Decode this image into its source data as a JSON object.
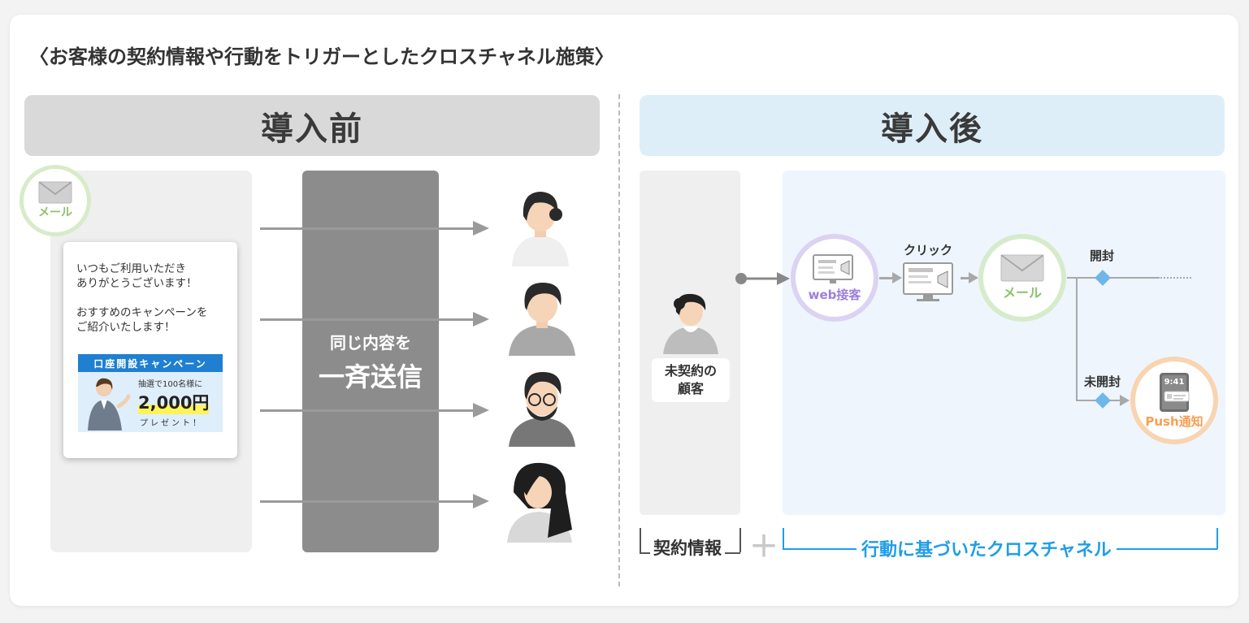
{
  "title": "〈お客様の契約情報や行動をトリガーとしたクロスチャネル施策〉",
  "before": {
    "header": "導入前",
    "mail_label": "メール",
    "mail_lines": [
      "いつもご利用いただき",
      "ありがとうございます！",
      "",
      "おすすめのキャンペーンを",
      "ご紹介いたします！"
    ],
    "campaign": {
      "heading": "口座開設キャンペーン",
      "sub": "抽選で100名様に",
      "amount": "2,000円",
      "present": "プレゼント！"
    },
    "send_line1": "同じ内容を",
    "send_line2": "一斉送信"
  },
  "after": {
    "header": "導入後",
    "customer_line1": "未契約の",
    "customer_line2": "顧客",
    "web_label": "web接客",
    "click_label": "クリック",
    "mail_label": "メール",
    "opened_label": "開封",
    "unopened_label": "未開封",
    "push_label": "Push通知",
    "push_time": "9:41",
    "contract_info": "契約情報",
    "plus": "＋",
    "cross_channel": "行動に基づいたクロスチャネル"
  },
  "colors": {
    "mail_green": "#8cc36c",
    "web_purple": "#9b7fdc",
    "push_orange": "#f5a054",
    "accent_blue": "#1f9ee6",
    "diamond_blue": "#6fb7e8"
  }
}
